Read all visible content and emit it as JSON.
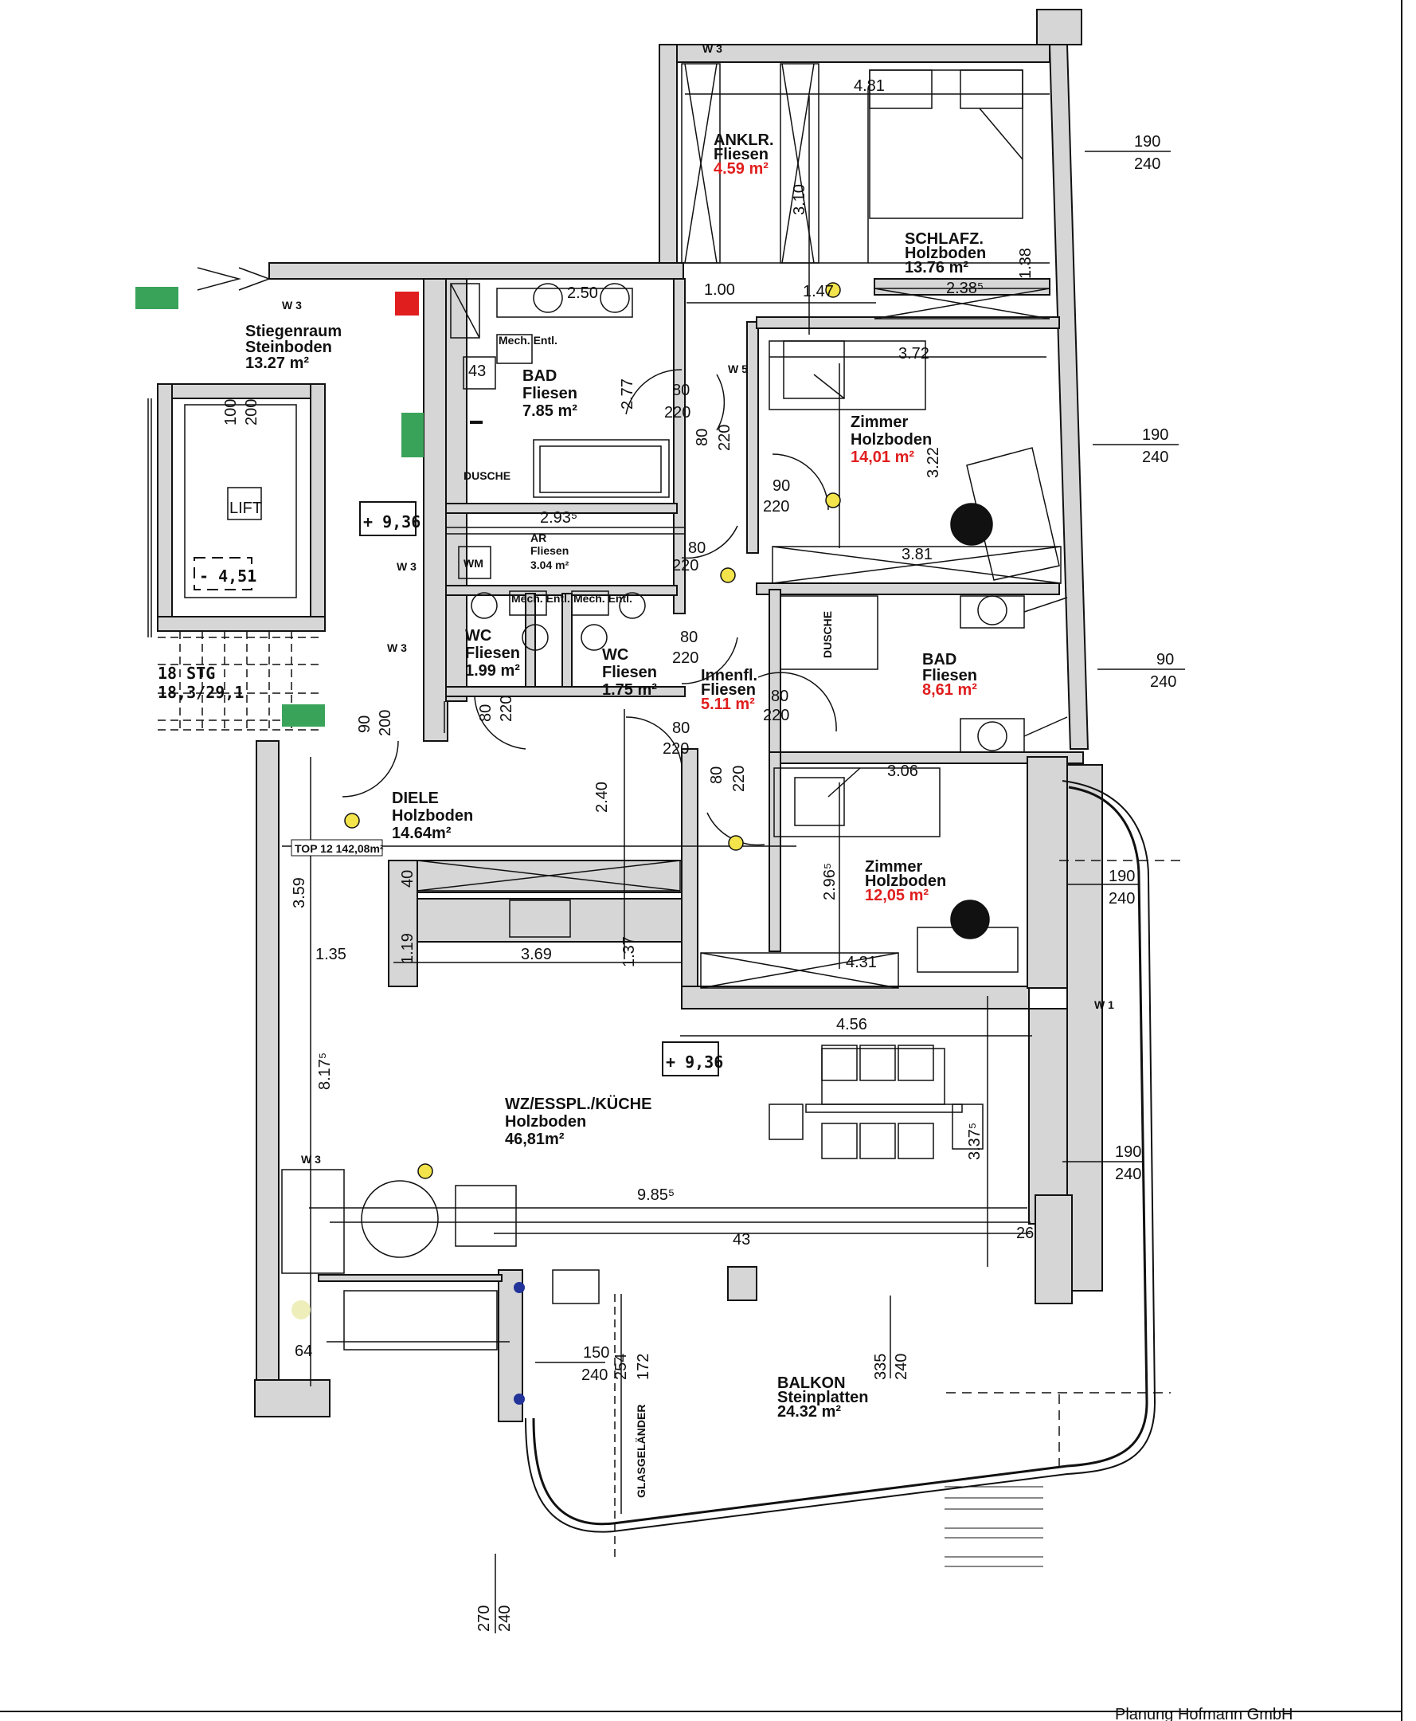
{
  "rooms": {
    "ankl": {
      "name": "ANKLR.",
      "floor": "Fliesen",
      "area": "4.59 m²"
    },
    "schlafz": {
      "name": "SCHLAFZ.",
      "floor": "Holzboden",
      "area": "13.76 m²"
    },
    "stiegen": {
      "name": "Stiegenraum",
      "floor": "Steinboden",
      "area": "13.27 m²"
    },
    "bad1": {
      "name": "BAD",
      "floor": "Fliesen",
      "area": "7.85 m²"
    },
    "zimmer1": {
      "name": "Zimmer",
      "floor": "Holzboden",
      "area": "14,01 m²"
    },
    "ar": {
      "name": "AR",
      "floor": "Fliesen",
      "area": "3.04 m²"
    },
    "wc1": {
      "name": "WC",
      "floor": "Fliesen",
      "area": "1.99 m²"
    },
    "wc2": {
      "name": "WC",
      "floor": "Fliesen",
      "area": "1.75 m²"
    },
    "innenfl": {
      "name": "Innenfl.",
      "floor": "Fliesen",
      "area": "5.11 m²"
    },
    "bad2": {
      "name": "BAD",
      "floor": "Fliesen",
      "area": "8,61 m²"
    },
    "diele": {
      "name": "DIELE",
      "floor": "Holzboden",
      "area": "14.64m²"
    },
    "zimmer2": {
      "name": "Zimmer",
      "floor": "Holzboden",
      "area": "12,05 m²"
    },
    "wz": {
      "name": "WZ/ESSPL./KÜCHE",
      "floor": "Holzboden",
      "area": "46,81m²"
    },
    "balkon": {
      "name": "BALKON",
      "floor": "Steinplatten",
      "area": "24.32 m²"
    }
  },
  "labels": {
    "lift": "LIFT",
    "lift_level": "- 4,51",
    "level1": "+ 9,36",
    "level2": "+ 9,36",
    "stg_line1": "18 STG",
    "stg_line2": "18,3/29,1",
    "top": "TOP 12 142,08m²",
    "glas": "GLASGELÄNDER",
    "dusche1": "DUSCHE",
    "dusche2": "DUSCHE",
    "wm": "WM",
    "mech1": "Mech. Entl.",
    "mech2": "Mech. Entl.",
    "mech3": "Mech. Entl.",
    "w3": "W 3",
    "w5": "W 5",
    "w1": "W 1"
  },
  "dims": {
    "d481": "4.81",
    "d310": "3.10",
    "d138": "1.38",
    "d2385": "2.38⁵",
    "d250": "2.50",
    "d100": "1.00",
    "d147": "1.47",
    "d277": "2.77",
    "d372": "3.72",
    "d322": "3.22",
    "d2935": "2.93⁵",
    "d381": "3.81",
    "d240": "2.40",
    "d306": "3.06",
    "d2965": "2.96⁵",
    "d359": "3.59",
    "d135": "1.35",
    "d119": "1.19",
    "d369": "3.69",
    "d137": "1.37",
    "d431": "4.31",
    "d456": "4.56",
    "d8175": "8.17⁵",
    "d3375": "3.37⁵",
    "d9855": "9.85⁵",
    "d43a": "43",
    "d43b": "43",
    "d26": "26",
    "d64": "64",
    "d40": "40",
    "d100b": "100",
    "d200b": "200",
    "w190a": "190",
    "w240a": "240",
    "w190b": "190",
    "w240b": "240",
    "w90": "90",
    "w240c": "240",
    "w190c": "190",
    "w240d": "240",
    "w190d": "190",
    "w240e": "240",
    "w150": "150",
    "w240f": "240",
    "w254": "254",
    "w172": "172",
    "w335": "335",
    "w240g": "240",
    "w270": "270",
    "w240h": "240",
    "door80": "80",
    "door220": "220",
    "door90": "90",
    "door200": "200"
  },
  "footer": "Planung Hofmann GmbH"
}
